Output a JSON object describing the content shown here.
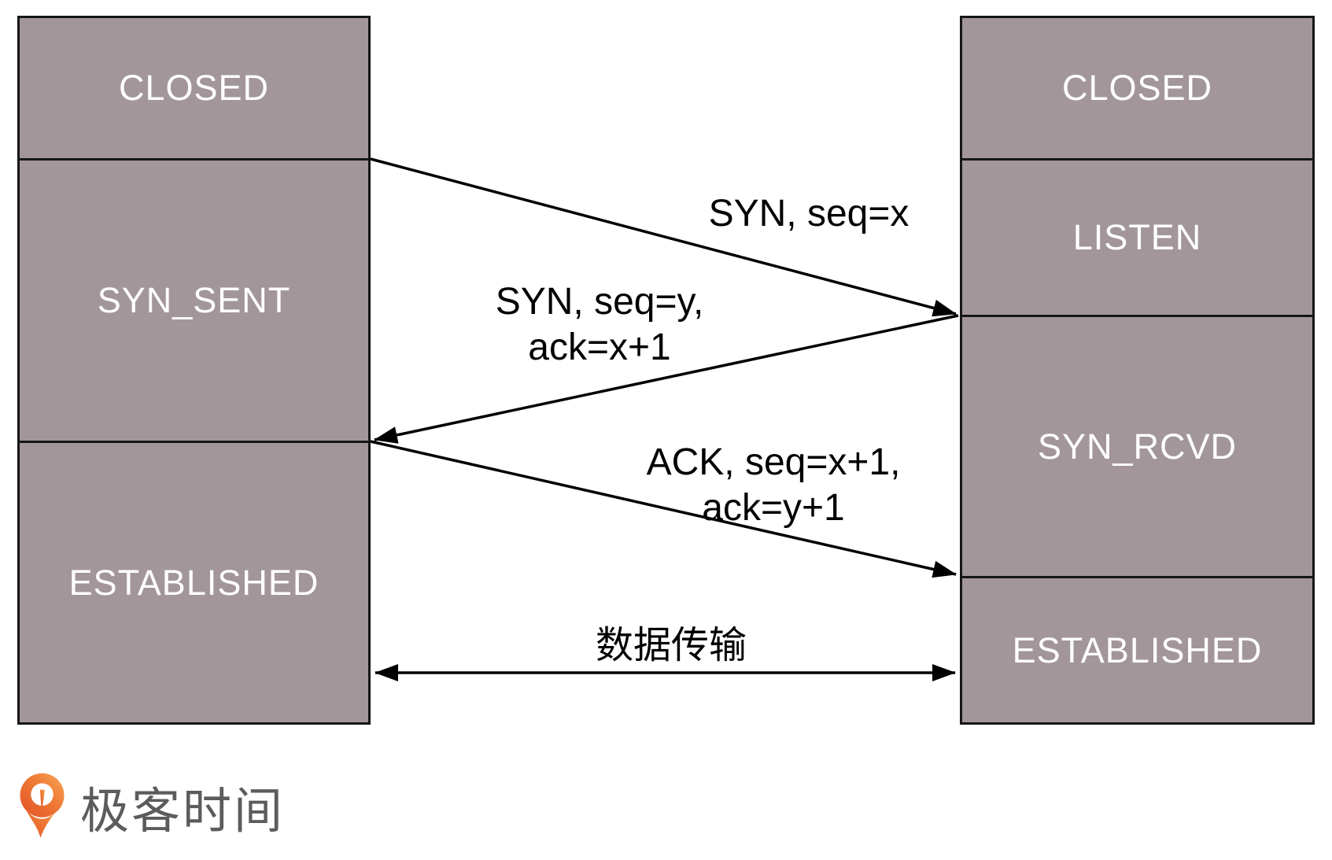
{
  "diagram": {
    "client_states": [
      "CLOSED",
      "SYN_SENT",
      "ESTABLISHED"
    ],
    "server_states": [
      "CLOSED",
      "LISTEN",
      "SYN_RCVD",
      "ESTABLISHED"
    ],
    "messages": [
      {
        "name": "syn",
        "lines": [
          "SYN, seq=x"
        ],
        "direction": "client-to-server"
      },
      {
        "name": "syn-ack",
        "lines": [
          "SYN, seq=y,",
          "ack=x+1"
        ],
        "direction": "server-to-client"
      },
      {
        "name": "ack",
        "lines": [
          "ACK, seq=x+1,",
          "ack=y+1"
        ],
        "direction": "client-to-server"
      },
      {
        "name": "data-transfer",
        "lines": [
          "数据传输"
        ],
        "direction": "bidirectional"
      }
    ],
    "colors": {
      "box_fill": "#a3969b",
      "box_border": "#161616",
      "box_text": "#ffffff",
      "arrow": "#000000"
    }
  },
  "logo": {
    "text": "极客时间",
    "text_color": "#5c5c5c",
    "icon": "geektime-pin-icon",
    "icon_gradient_start": "#f9a45a",
    "icon_gradient_mid": "#ee7a33",
    "icon_gradient_end": "#e2512a"
  }
}
